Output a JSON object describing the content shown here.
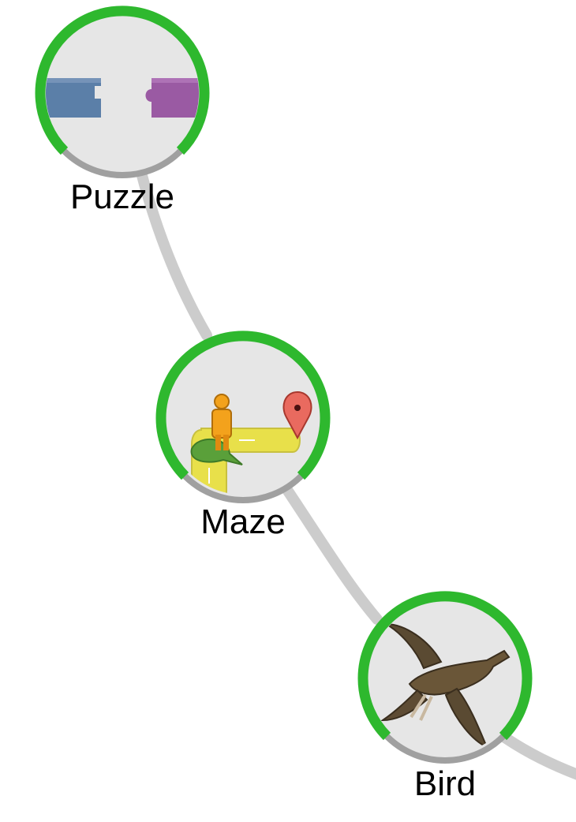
{
  "levels": [
    {
      "id": "puzzle",
      "label": "Puzzle",
      "icon": "puzzle-pieces-icon",
      "completed": true
    },
    {
      "id": "maze",
      "label": "Maze",
      "icon": "maze-pegman-icon",
      "completed": true
    },
    {
      "id": "bird",
      "label": "Bird",
      "icon": "flying-bird-icon",
      "completed": true
    }
  ],
  "colors": {
    "path": "#cccccc",
    "ring_complete": "#2eb82e",
    "ring_base": "#a0a0a0",
    "icon_background": "#e6e6e6",
    "label": "#000000"
  }
}
